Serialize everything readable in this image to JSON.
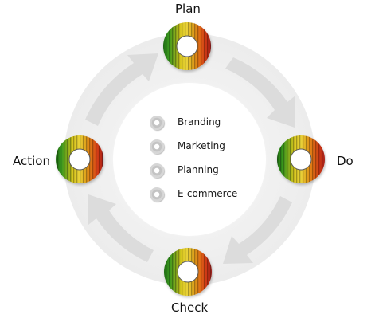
{
  "cycle": {
    "nodes": [
      {
        "id": "plan",
        "label": "Plan"
      },
      {
        "id": "do",
        "label": "Do"
      },
      {
        "id": "check",
        "label": "Check"
      },
      {
        "id": "action",
        "label": "Action"
      }
    ]
  },
  "center": {
    "items": [
      "Branding",
      "Marketing",
      "Planning",
      "E-commerce"
    ]
  },
  "colors": {
    "ring_background": "#efefef",
    "arrow": "#d9d9d9",
    "stripe_green": "#2f8a1a",
    "stripe_yellow": "#d9c21a",
    "stripe_orange": "#e07a12",
    "stripe_red": "#c9281c"
  }
}
